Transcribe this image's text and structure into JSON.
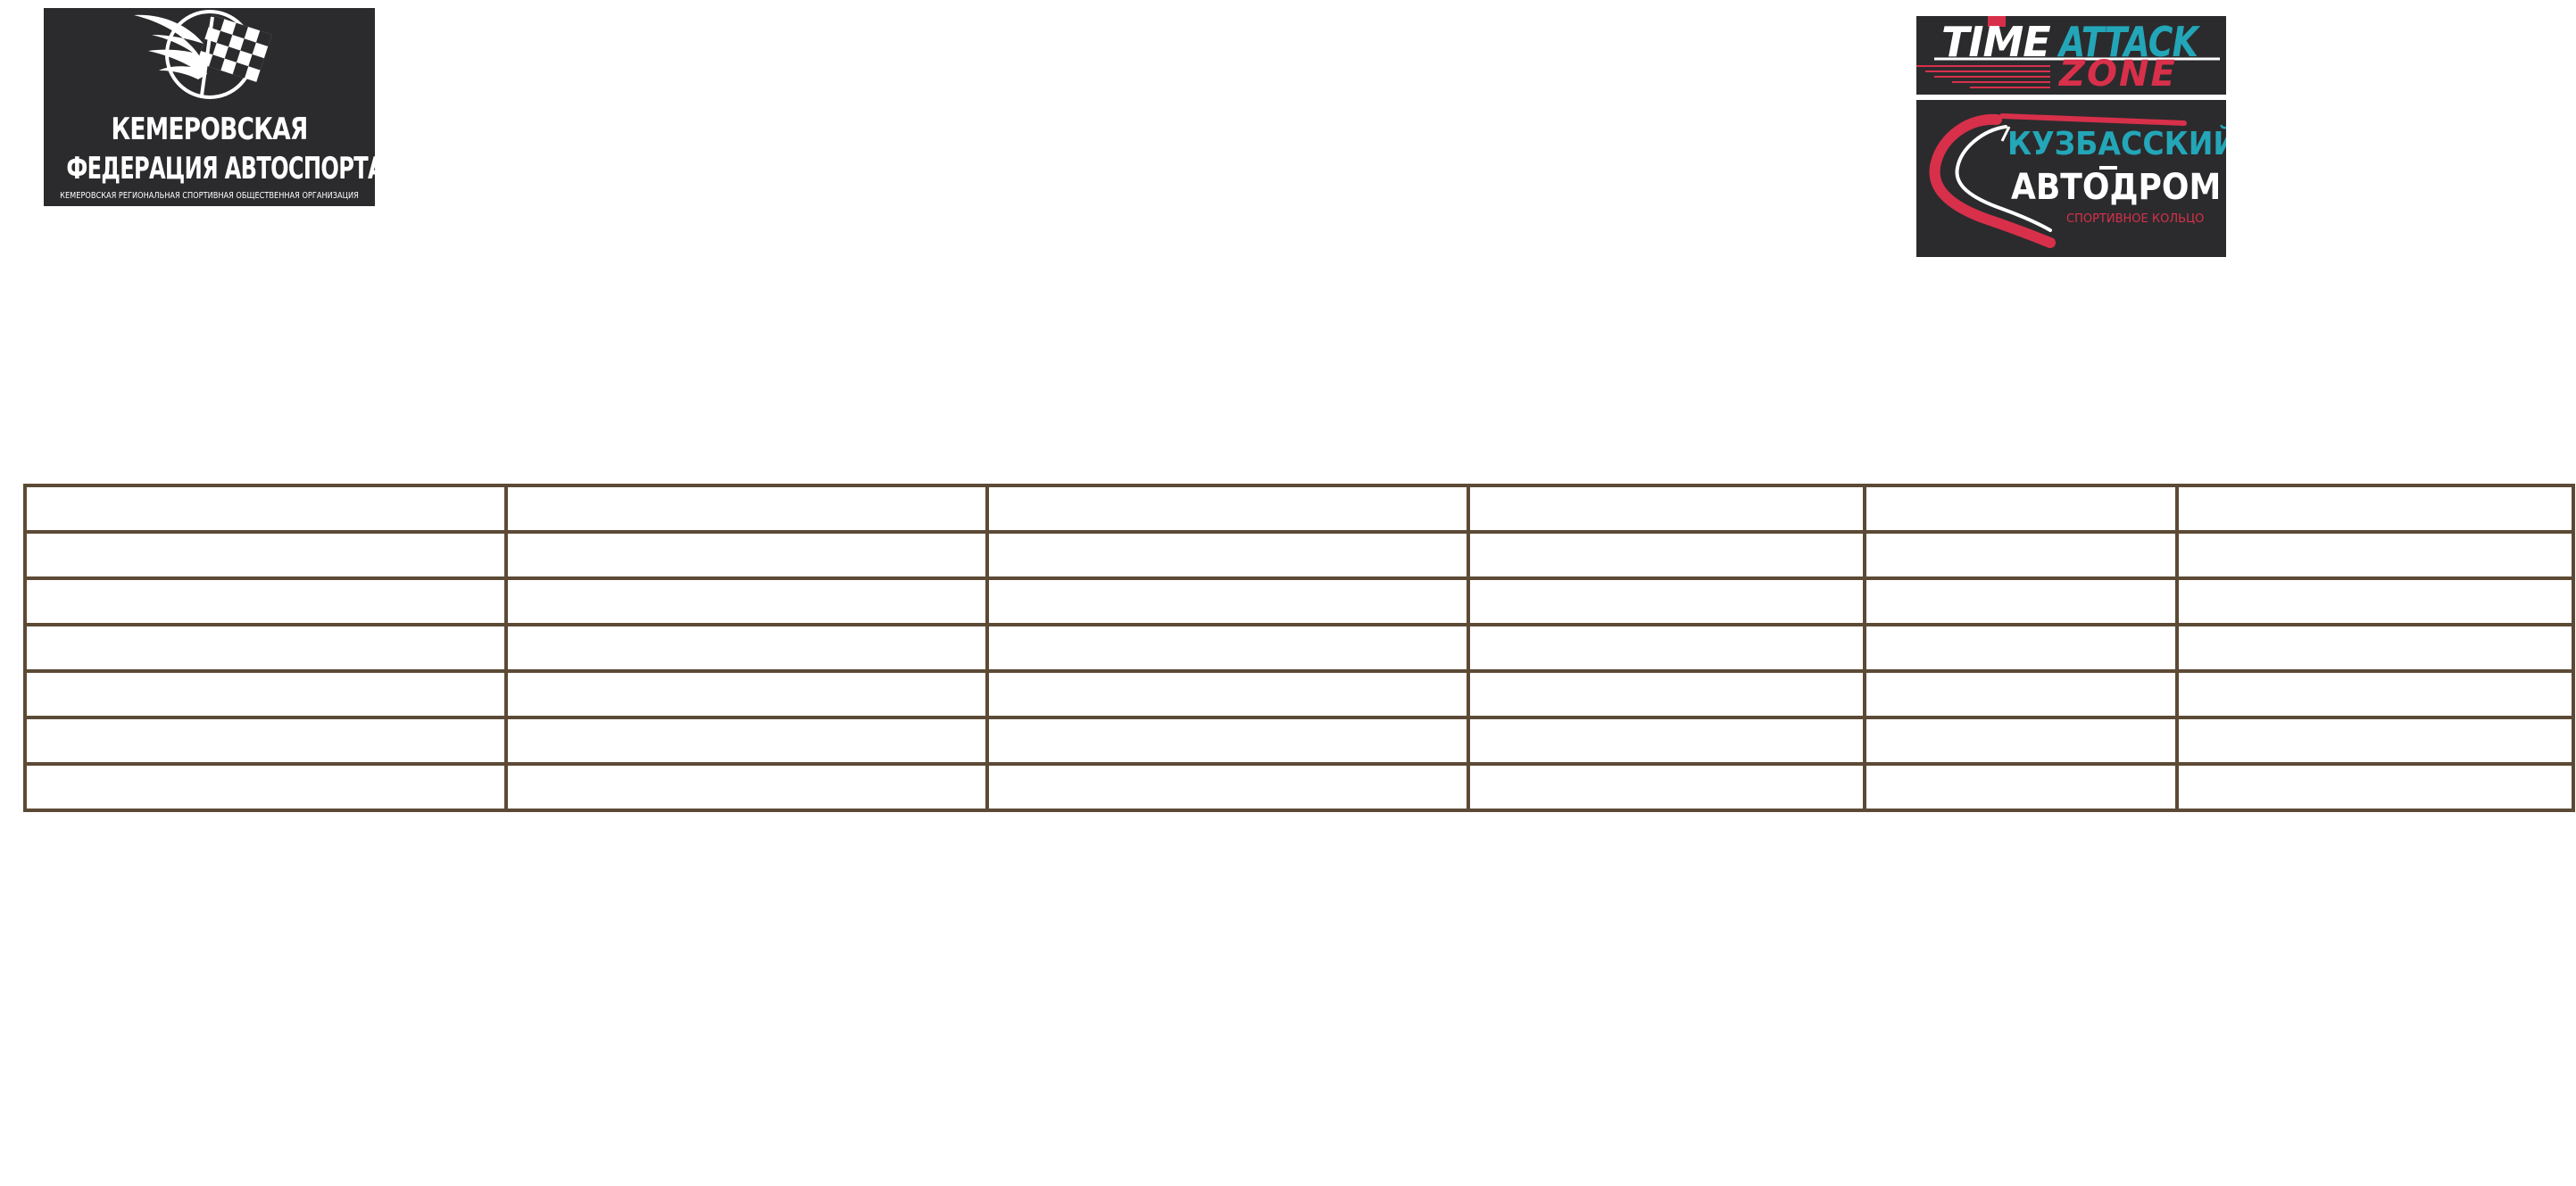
{
  "logos": {
    "federation": {
      "line1": "КЕМЕРОВСКАЯ",
      "line2": "ФЕДЕРАЦИЯ АВТОСПОРТА",
      "line3": "КЕМЕРОВСКАЯ РЕГИОНАЛЬНАЯ СПОРТИВНАЯ ОБЩЕСТВЕННАЯ ОРГАНИЗАЦИЯ",
      "emblem_icon": "winged-checkered-flag-icon",
      "background": "#2b2b2d"
    },
    "time_attack": {
      "word1": "TIME",
      "word2": "ATTACK",
      "word3": "ZONE",
      "accent_teal": "#23a6b8",
      "accent_red": "#d8304a"
    },
    "autodrom": {
      "line1": "КУЗБАССКИЙ",
      "line2": "АВТОДРОМ",
      "line3": "СПОРТИВНОЕ КОЛЬЦО",
      "track_icon": "race-track-swoosh-icon"
    }
  },
  "table": {
    "border_color": "#5c4a35",
    "rows": [
      [
        "",
        "",
        "",
        "",
        "",
        ""
      ],
      [
        "",
        "",
        "",
        "",
        "",
        ""
      ],
      [
        "",
        "",
        "",
        "",
        "",
        ""
      ],
      [
        "",
        "",
        "",
        "",
        "",
        ""
      ],
      [
        "",
        "",
        "",
        "",
        "",
        ""
      ],
      [
        "",
        "",
        "",
        "",
        "",
        ""
      ],
      [
        "",
        "",
        "",
        "",
        "",
        ""
      ]
    ]
  }
}
